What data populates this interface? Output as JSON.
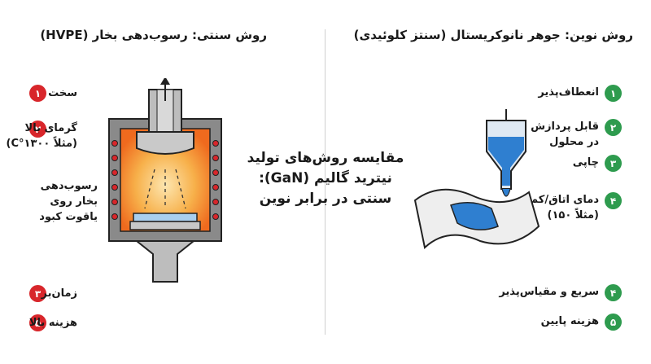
{
  "headers": {
    "right": "روش نوین: جوهر نانوکریستال (سنتز کلوئیدی)",
    "left": "روش سنتی: رسوب‌دهی بخار (HVPE)"
  },
  "title": {
    "line1": "مقایسه روش‌های تولید",
    "line2": "نیترید گالیم (GaN):",
    "line3": "سنتی در برابر نوین"
  },
  "modern_items": [
    {
      "num": "۱",
      "label": "انعطاف‌پذیر"
    },
    {
      "num": "۲",
      "label": "قابل پردازش\nدر محلول"
    },
    {
      "num": "۳",
      "label": "چاپی"
    },
    {
      "num": "۴",
      "label": "دمای اتاق/کم\n(مثلاً ۱۵۰)"
    },
    {
      "num": "۴",
      "label": "سریع و مقیاس‌پذیر"
    },
    {
      "num": "۵",
      "label": "هزینه پایین"
    }
  ],
  "traditional_items": [
    {
      "num": "۱",
      "label": "سخت"
    },
    {
      "num": "۲",
      "label": "گرمای بالا\n(مثلاً ۱۳۰۰°C)"
    },
    {
      "num": "",
      "label": "رسوب‌دهی\nبخار روی\nیاقوت کبود"
    },
    {
      "num": "۳",
      "label": "زمان‌بر"
    },
    {
      "num": "۵",
      "label": "هزینه بالا"
    }
  ],
  "colors": {
    "modern_badge": "#2e9b4e",
    "traditional_badge": "#d8262b",
    "furnace_hot": "#f7941d",
    "ink_blue": "#2f7fd0"
  },
  "icons": [
    "furnace-diagram",
    "ink-dropper-diagram"
  ]
}
